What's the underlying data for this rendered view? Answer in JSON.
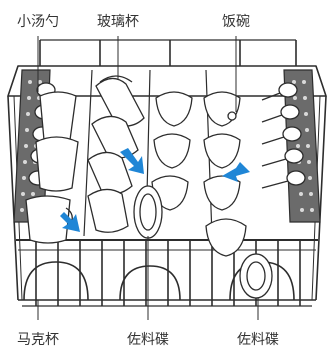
{
  "labels": {
    "small_spoon": "小汤勺",
    "glass_cup": "玻璃杯",
    "rice_bowl": "饭碗",
    "mug": "马克杯",
    "side_plate_left": "佐料碟",
    "side_plate_right": "佐料碟"
  },
  "colors": {
    "line": "#2d2d2d",
    "rack_fill": "#6b6b6b",
    "arrow": "#1f86d6",
    "background": "#ffffff",
    "text": "#333333"
  }
}
